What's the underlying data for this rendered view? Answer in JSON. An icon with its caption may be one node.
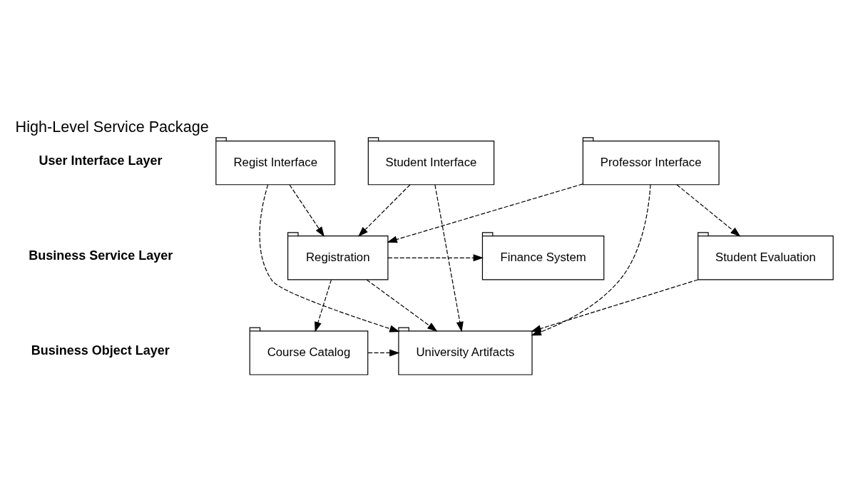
{
  "diagram": {
    "title": "High-Level Service Package",
    "nodes": [
      {
        "text": [
          "Regist Interface"
        ]
      },
      {
        "text": [
          "Student Interface"
        ]
      },
      {
        "text": [
          "Professor Interface"
        ]
      },
      {
        "text": [
          "Registration"
        ]
      },
      {
        "text": [
          "Student Evaluation"
        ]
      },
      {
        "text": [
          "Finance System"
        ]
      },
      {
        "text": [
          "Course Catalog"
        ]
      },
      {
        "text": [
          "University Artifacts"
        ]
      }
    ],
    "edges": [
      {
        "from": 0,
        "to": 3,
        "arrow": "to",
        "style": "dashed"
      },
      {
        "from": 0,
        "to": 7,
        "arrow": "to",
        "style": "dashed"
      },
      {
        "from": 1,
        "to": 3,
        "arrow": "to",
        "style": "dashed"
      },
      {
        "from": 1,
        "to": 7,
        "arrow": "to",
        "style": "dashed"
      },
      {
        "from": 2,
        "to": 3,
        "arrow": "to",
        "style": "dashed"
      },
      {
        "from": 2,
        "to": 4,
        "arrow": "to",
        "style": "dashed"
      },
      {
        "from": 2,
        "to": 7,
        "arrow": "to",
        "style": "dashed"
      },
      {
        "from": 3,
        "to": 5,
        "arrow": "to",
        "style": "dashed"
      },
      {
        "from": 3,
        "to": 7,
        "arrow": "to",
        "style": "dashed"
      },
      {
        "from": 3,
        "to": 6,
        "arrow": "to",
        "style": "dashed"
      },
      {
        "from": 4,
        "to": 7,
        "arrow": "to",
        "style": "dashed"
      },
      {
        "from": 6,
        "to": 7,
        "arrow": "to",
        "style": "dashed"
      }
    ],
    "labels": [
      "User Interface Layer",
      "Business Service Layer",
      "Business Object Layer"
    ]
  }
}
